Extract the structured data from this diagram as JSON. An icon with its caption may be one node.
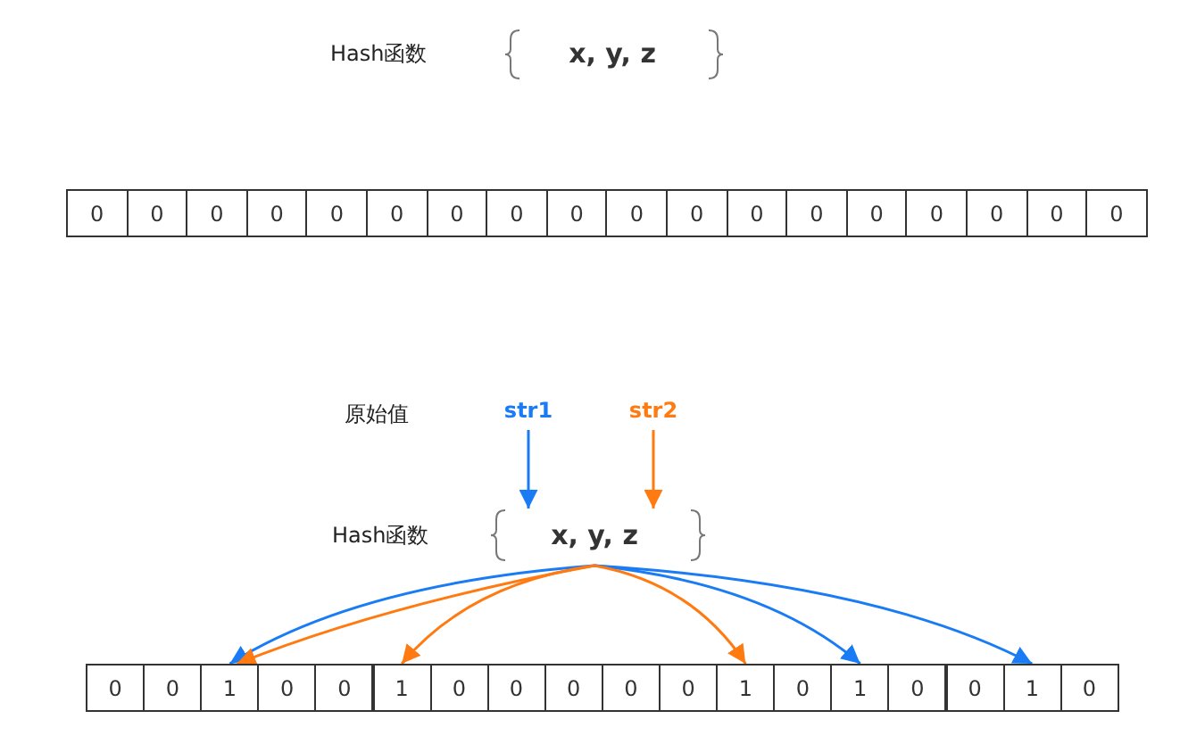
{
  "diagram": {
    "nodes": [
      {
        "text": [
          "x, y, z"
        ]
      },
      {
        "text": [
          "0"
        ]
      },
      {
        "text": [
          "0"
        ]
      },
      {
        "text": [
          "0"
        ]
      },
      {
        "text": [
          "0"
        ]
      },
      {
        "text": [
          "0"
        ]
      },
      {
        "text": [
          "0"
        ]
      },
      {
        "text": [
          "0"
        ]
      },
      {
        "text": [
          "0"
        ]
      },
      {
        "text": [
          "0"
        ]
      },
      {
        "text": [
          "0"
        ]
      },
      {
        "text": [
          "0"
        ]
      },
      {
        "text": [
          "0"
        ]
      },
      {
        "text": [
          "0"
        ]
      },
      {
        "text": [
          "0"
        ]
      },
      {
        "text": [
          "0"
        ]
      },
      {
        "text": [
          "0"
        ]
      },
      {
        "text": [
          "0"
        ]
      },
      {
        "text": [
          "0"
        ]
      },
      {
        "text": [
          "str1"
        ]
      },
      {
        "text": [
          "str2"
        ]
      },
      {
        "text": [
          "x, y, z"
        ]
      },
      {
        "text": [
          "0"
        ]
      },
      {
        "text": [
          "0"
        ]
      },
      {
        "text": [
          "1"
        ]
      },
      {
        "text": [
          "0"
        ]
      },
      {
        "text": [
          "0"
        ]
      },
      {
        "text": [
          "1"
        ]
      },
      {
        "text": [
          "0"
        ]
      },
      {
        "text": [
          "0"
        ]
      },
      {
        "text": [
          "0"
        ]
      },
      {
        "text": [
          "0"
        ]
      },
      {
        "text": [
          "0"
        ]
      },
      {
        "text": [
          "1"
        ]
      },
      {
        "text": [
          "0"
        ]
      },
      {
        "text": [
          "1"
        ]
      },
      {
        "text": [
          "0"
        ]
      },
      {
        "text": [
          "0"
        ]
      },
      {
        "text": [
          "1"
        ]
      },
      {
        "text": [
          "0"
        ]
      }
    ],
    "edges": [
      {
        "from": 19,
        "to": 21,
        "arrow": "to",
        "color": "#1a7cf5"
      },
      {
        "from": 20,
        "to": 21,
        "arrow": "to",
        "color": "#ff7a10"
      },
      {
        "from": 21,
        "to": 24,
        "arrow": "to",
        "color": "#1a7cf5"
      },
      {
        "from": 21,
        "to": 35,
        "arrow": "to",
        "color": "#1a7cf5"
      },
      {
        "from": 21,
        "to": 38,
        "arrow": "to",
        "color": "#1a7cf5"
      },
      {
        "from": 21,
        "to": 24,
        "arrow": "to",
        "color": "#ff7a10"
      },
      {
        "from": 21,
        "to": 27,
        "arrow": "to",
        "color": "#ff7a10"
      },
      {
        "from": 21,
        "to": 33,
        "arrow": "to",
        "color": "#ff7a10"
      }
    ],
    "labels": [
      "Hash函数",
      "原始值",
      "Hash函数"
    ]
  }
}
